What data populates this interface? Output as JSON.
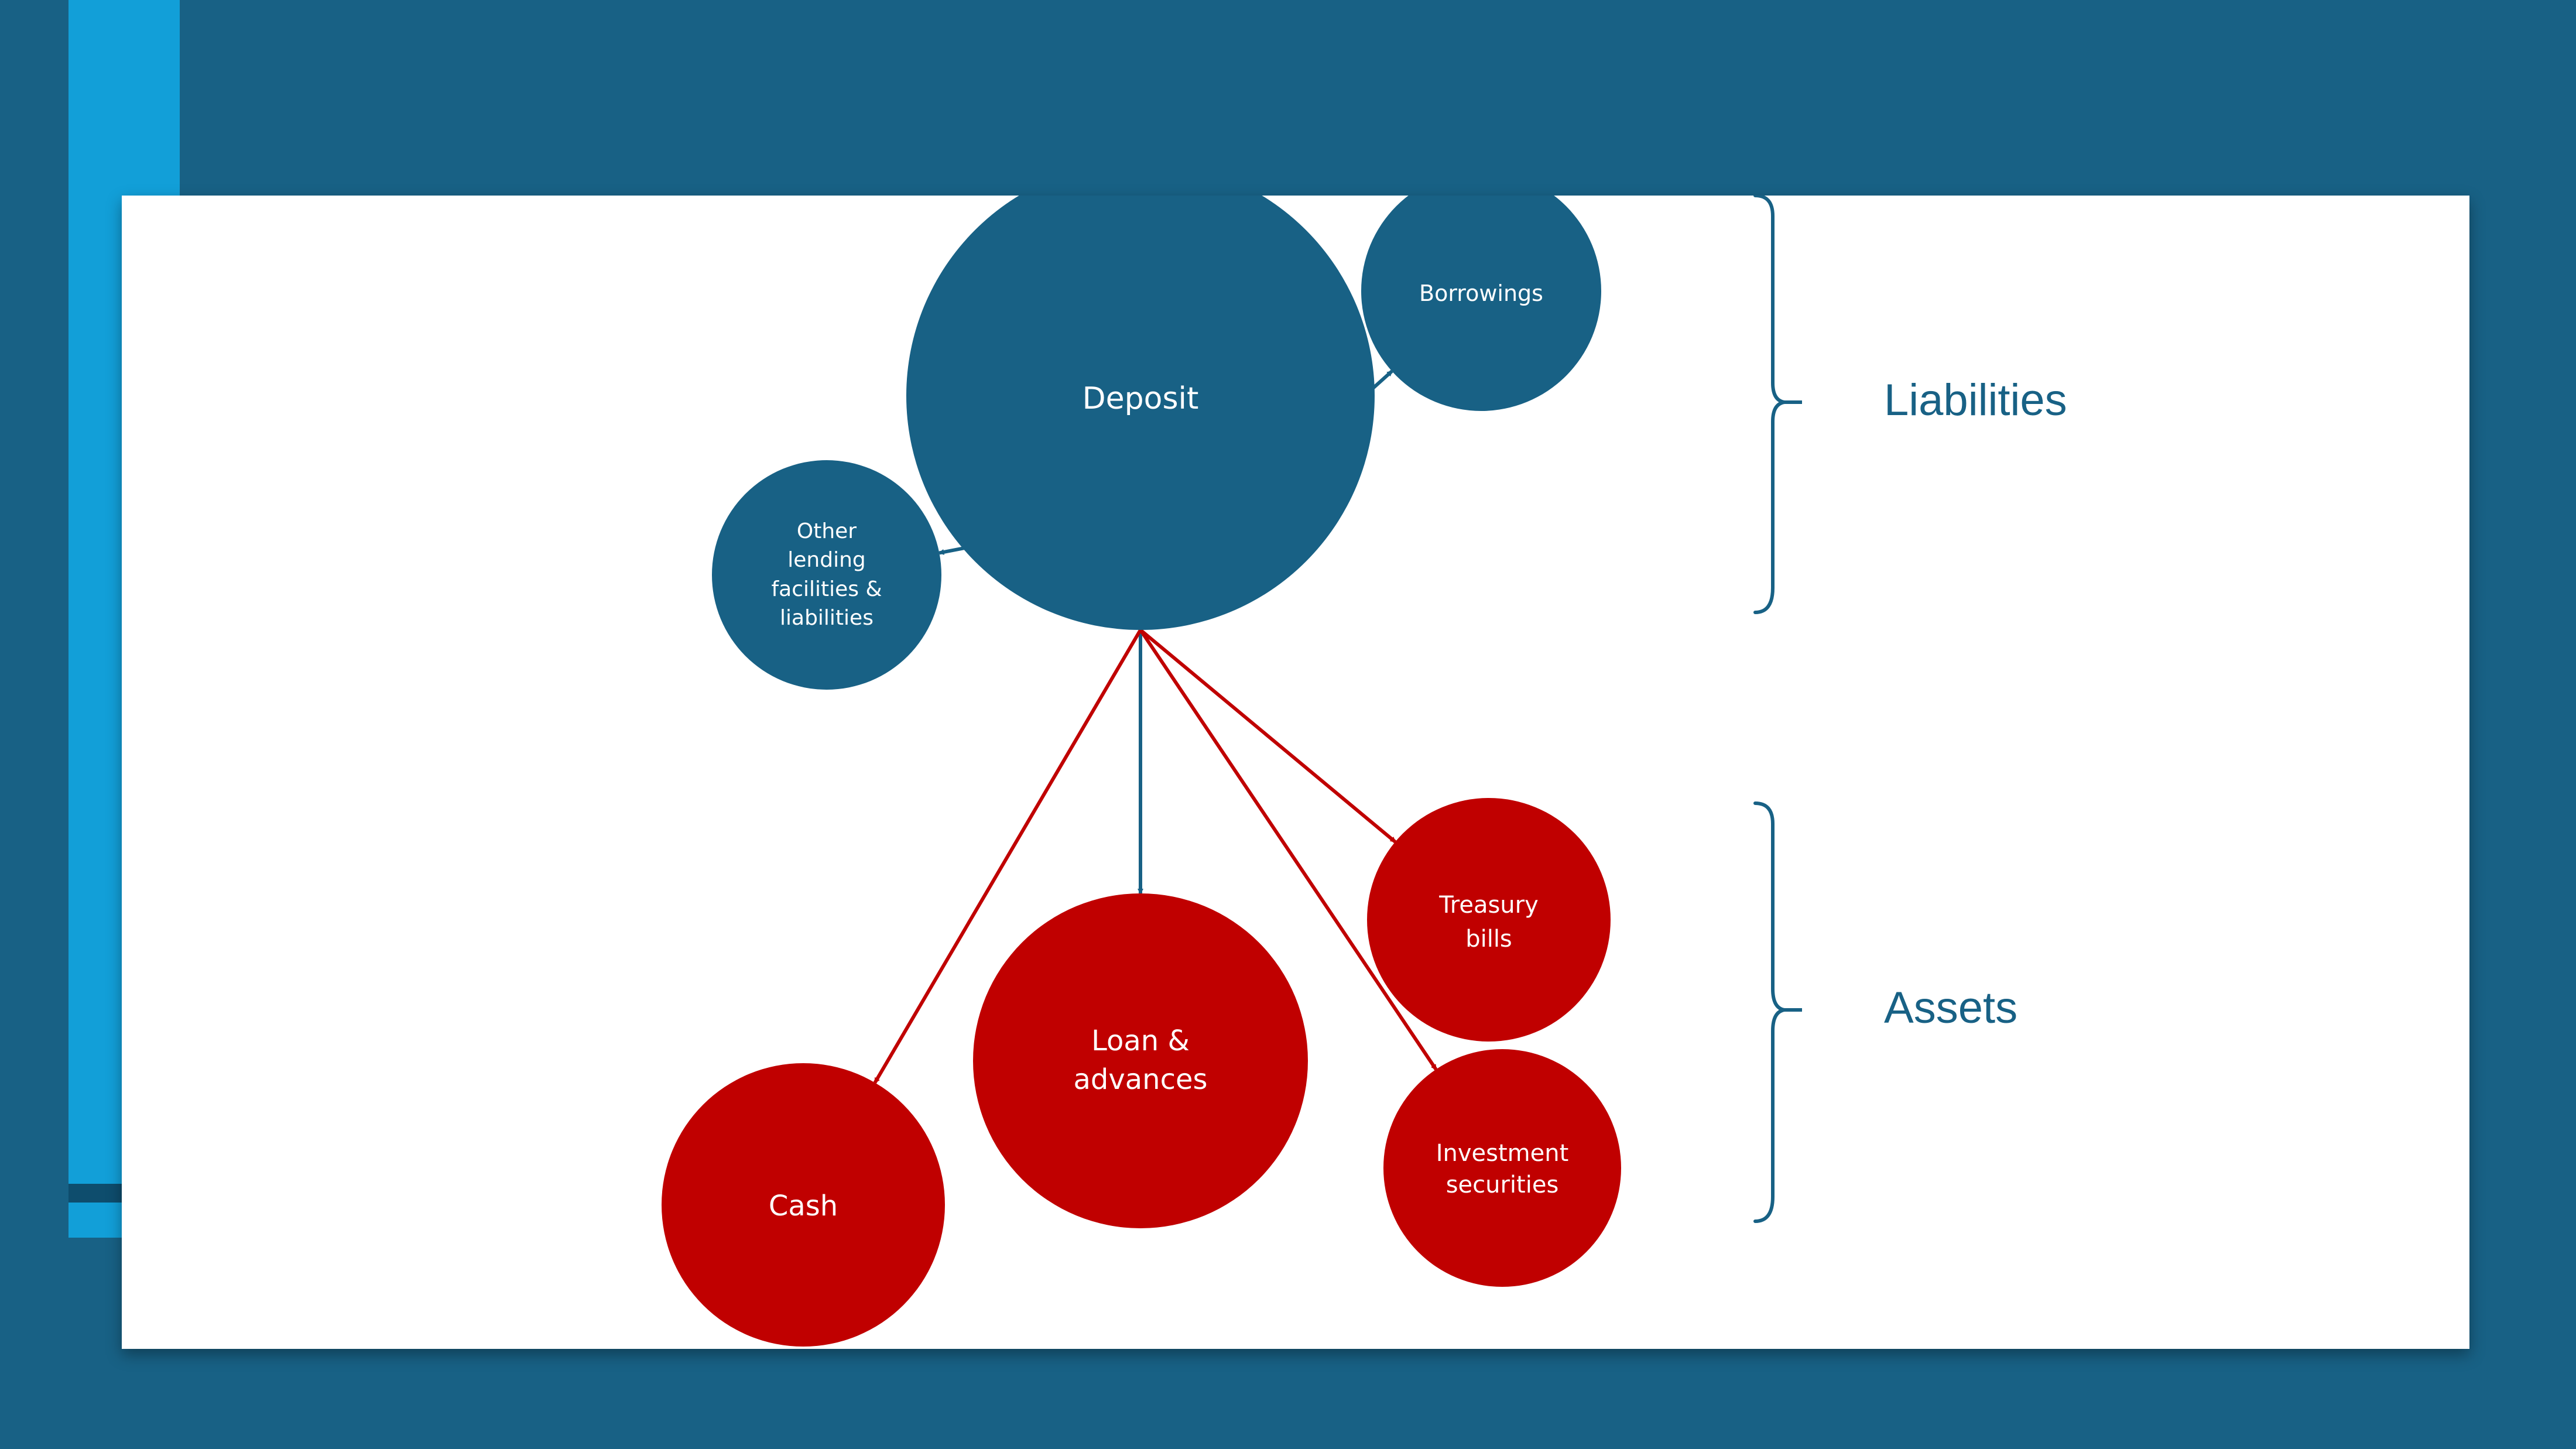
{
  "colors": {
    "background": "#186185",
    "accent": "#129fd8",
    "panel": "#ffffff",
    "liability_node": "#186185",
    "asset_node": "#c00000",
    "label_text": "#ffffff",
    "group_text": "#186185"
  },
  "nodes": {
    "deposit": {
      "lines": [
        "Deposit"
      ],
      "group": "liabilities"
    },
    "borrowings": {
      "lines": [
        "Borrowings"
      ],
      "group": "liabilities"
    },
    "other_lending": {
      "lines": [
        "Other",
        "lending",
        "facilities &",
        "liabilities"
      ],
      "group": "liabilities"
    },
    "loan_advances": {
      "lines": [
        "Loan &",
        "advances"
      ],
      "group": "assets"
    },
    "treasury_bills": {
      "lines": [
        "Treasury",
        "bills"
      ],
      "group": "assets"
    },
    "investment_securities": {
      "lines": [
        "Investment",
        "securities"
      ],
      "group": "assets"
    },
    "cash": {
      "lines": [
        "Cash"
      ],
      "group": "assets"
    }
  },
  "edges": [
    {
      "from": "deposit",
      "to": "borrowings",
      "color": "#186185"
    },
    {
      "from": "deposit",
      "to": "other_lending",
      "color": "#186185"
    },
    {
      "from": "deposit",
      "to": "loan_advances",
      "color": "#186185"
    },
    {
      "from": "deposit",
      "to": "cash",
      "color": "#c00000"
    },
    {
      "from": "deposit",
      "to": "treasury_bills",
      "color": "#c00000"
    },
    {
      "from": "deposit",
      "to": "investment_securities",
      "color": "#c00000"
    }
  ],
  "groups": {
    "liabilities": {
      "label": "Liabilities"
    },
    "assets": {
      "label": "Assets"
    }
  }
}
